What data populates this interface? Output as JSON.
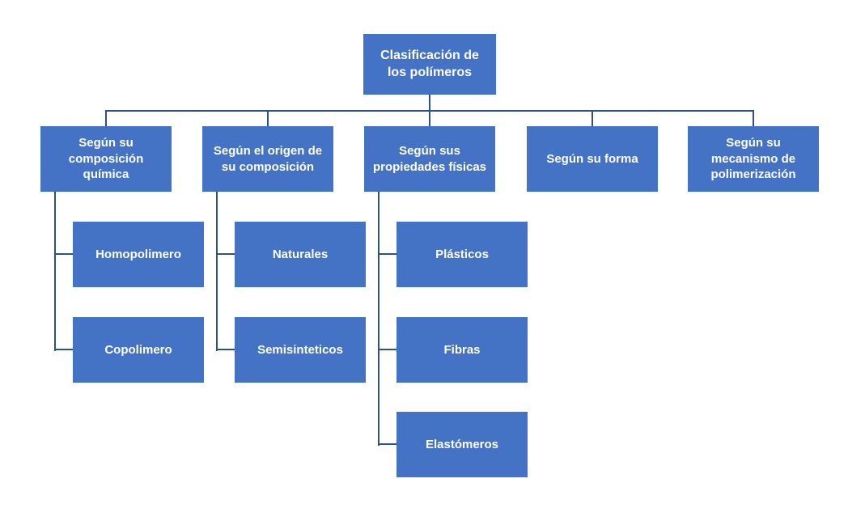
{
  "diagram": {
    "title": "Clasificación de los polímeros",
    "colors": {
      "node_fill": "#4472C4",
      "node_text": "#FFFFFF",
      "connector": "#2E527F",
      "background": "#FFFFFF"
    },
    "root": {
      "label": "Clasificación de los polímeros"
    },
    "branches": [
      {
        "label": "Según su composición química",
        "children": [
          "Homopolimero",
          "Copolimero"
        ]
      },
      {
        "label": "Según el origen de su composición",
        "children": [
          "Naturales",
          "Semisinteticos"
        ]
      },
      {
        "label": "Según sus propiedades físicas",
        "children": [
          "Plásticos",
          "Fibras",
          "Elastómeros"
        ]
      },
      {
        "label": "Según su forma",
        "children": []
      },
      {
        "label": "Según su mecanismo de polimerización",
        "children": []
      }
    ]
  }
}
